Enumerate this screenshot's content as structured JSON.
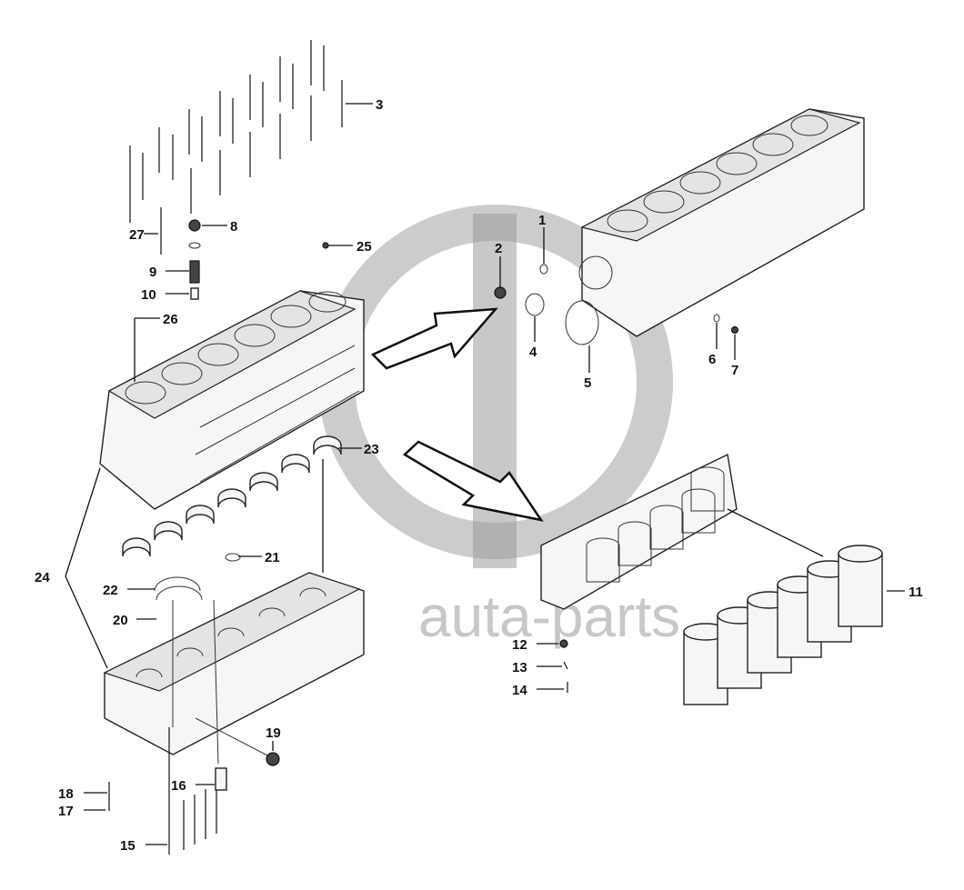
{
  "watermark": {
    "text": "auta-parts",
    "color": "#9a9a9a"
  },
  "callouts": [
    {
      "id": "c1",
      "text": "1"
    },
    {
      "id": "c2",
      "text": "2"
    },
    {
      "id": "c3",
      "text": "3"
    },
    {
      "id": "c4",
      "text": "4"
    },
    {
      "id": "c5",
      "text": "5"
    },
    {
      "id": "c6",
      "text": "6"
    },
    {
      "id": "c7",
      "text": "7"
    },
    {
      "id": "c8",
      "text": "8"
    },
    {
      "id": "c9",
      "text": "9"
    },
    {
      "id": "c10",
      "text": "10"
    },
    {
      "id": "c11",
      "text": "11"
    },
    {
      "id": "c12",
      "text": "12"
    },
    {
      "id": "c13",
      "text": "13"
    },
    {
      "id": "c14",
      "text": "14"
    },
    {
      "id": "c15",
      "text": "15"
    },
    {
      "id": "c16",
      "text": "16"
    },
    {
      "id": "c17",
      "text": "17"
    },
    {
      "id": "c18",
      "text": "18"
    },
    {
      "id": "c19",
      "text": "19"
    },
    {
      "id": "c20",
      "text": "20"
    },
    {
      "id": "c21",
      "text": "21"
    },
    {
      "id": "c22",
      "text": "22"
    },
    {
      "id": "c23",
      "text": "23"
    },
    {
      "id": "c24",
      "text": "24"
    },
    {
      "id": "c25",
      "text": "25"
    },
    {
      "id": "c26",
      "text": "26"
    },
    {
      "id": "c27",
      "text": "27"
    }
  ]
}
